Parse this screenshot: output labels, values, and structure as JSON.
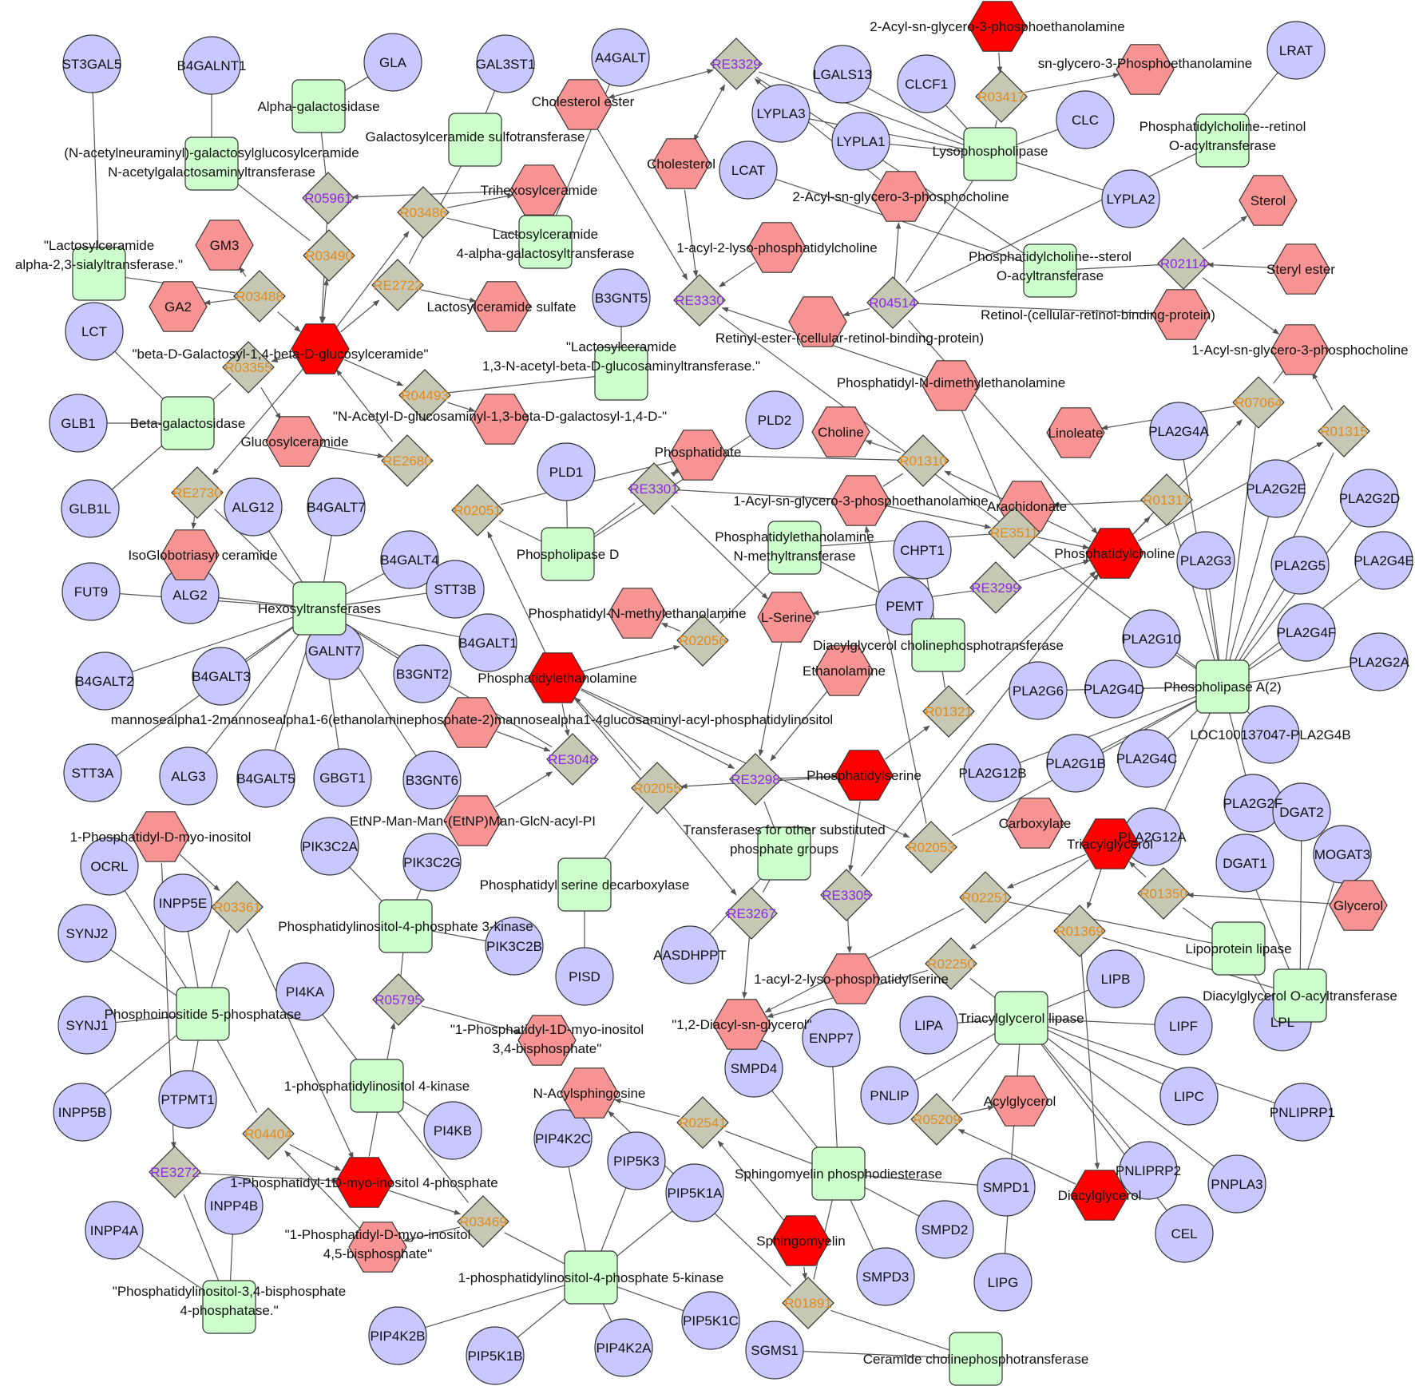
{
  "colors": {
    "gene_fill": "#c8c8ff",
    "enzyme_fill": "#ccffcc",
    "metabolite_fill": "#f79393",
    "key_metabolite_fill": "#ff0000",
    "reaction_fill": "#c7c8b4",
    "reaction_label_orange": "#e08a1e",
    "reaction_label_purple": "#8a2be2",
    "edge": "#555555"
  },
  "legend_shapes": {
    "gene": "circle",
    "enzyme": "rounded-square",
    "metabolite": "hexagon",
    "reaction": "diamond"
  },
  "genes": [
    "ST3GAL5",
    "B4GALNT1",
    "GLA",
    "GAL3ST1",
    "A4GALT",
    "LGALS13",
    "CLCF1",
    "LRAT",
    "CLC",
    "LYPLA3",
    "LYPLA1",
    "LCAT",
    "LYPLA2",
    "B3GNT5",
    "LCT",
    "GLB1",
    "GLB1L",
    "PLD2",
    "PLD1",
    "ALG12",
    "B4GALT7",
    "B4GALT4",
    "STT3B",
    "FUT9",
    "ALG2",
    "B4GALT1",
    "B4GALT2",
    "B4GALT3",
    "GALNT7",
    "B3GNT2",
    "STT3A",
    "ALG3",
    "B4GALT5",
    "GBGT1",
    "B3GNT6",
    "CHPT1",
    "PEMT",
    "PLA2G4A",
    "PLA2G2E",
    "PLA2G2D",
    "PLA2G3",
    "PLA2G5",
    "PLA2G4E",
    "PLA2G10",
    "PLA2G4F",
    "PLA2G2A",
    "PLA2G6",
    "PLA2G4D",
    "PLA2G12B",
    "PLA2G1B",
    "PLA2G4C",
    "LOC100137047-PLA2G4B",
    "PLA2G2F",
    "PLA2G12A",
    "DGAT2",
    "DGAT1",
    "MOGAT3",
    "PIK3C2A",
    "PIK3C2G",
    "OCRL",
    "INPP5E",
    "SYNJ2",
    "SYNJ1",
    "PI4KA",
    "PIK3C2B",
    "PISD",
    "AASDHPPT",
    "LIPB",
    "LIPA",
    "LIPF",
    "LPL",
    "ENPP7",
    "SMPD4",
    "PNLIP",
    "LIPC",
    "PNLIPRP1",
    "PTPMT1",
    "INPP5B",
    "PI4KB",
    "PIP4K2C",
    "PIP5K3",
    "PIP5K1A",
    "PNLIPRP2",
    "PNPLA3",
    "SMPD1",
    "SMPD2",
    "SMPD3",
    "CEL",
    "LIPG",
    "INPP4A",
    "INPP4B",
    "PIP4K2B",
    "PIP5K1B",
    "PIP4K2A",
    "PIP5K1C",
    "SGMS1"
  ],
  "enzymes": [
    "Alpha-galactosidase",
    "(N-acetylneuraminyl)-galactosylglucosylceramide N-acetylgalactosaminyltransferase",
    "Galactosylceramide sulfotransferase",
    "Lysophospholipase",
    "Phosphatidylcholine--retinol O-acyltransferase",
    "\"Lactosylceramide alpha-2,3-sialyltransferase.\"",
    "Lactosylceramide 4-alpha-galactosyltransferase",
    "Phosphatidylcholine--sterol O-acyltransferase",
    "\"Lactosylceramide 1,3-N-acetyl-beta-D-glucosaminyltransferase.\"",
    "Beta-galactosidase",
    "Phospholipase D",
    "Phosphatidylethanolamine N-methyltransferase",
    "Hexosyltransferases",
    "Diacylglycerol cholinephosphotransferase",
    "Phospholipase A(2)",
    "Transferases for other substituted phosphate groups",
    "Phosphatidylserine decarboxylase",
    "Phosphatidylinositol-4-phosphate 3-kinase",
    "Lipoprotein lipase",
    "Diacylglycerol O-acyltransferase",
    "Phosphoinositide 5-phosphatase",
    "Triacylglycerol lipase",
    "1-phosphatidylinositol 4-kinase",
    "Sphingomyelin phosphodiesterase",
    "1-phosphatidylinositol-4-phosphate 5-kinase",
    "\"Phosphatidylinositol-3,4-bisphosphate 4-phosphatase.\"",
    "Ceramide cholinephosphotransferase"
  ],
  "metabolites": [
    "2-Acyl-sn-glycero-3-phosphoethanolamine",
    "sn-glycero-3-Phosphoethanolamine",
    "Cholesterol ester",
    "Cholesterol",
    "Trihexosylceramide",
    "2-Acyl-sn-glycero-3-phosphocholine",
    "Sterol",
    "GM3",
    "1-acyl-2-lyso-phosphatidylcholine",
    "Steryl ester",
    "GA2",
    "Lactosylceramide sulfate",
    "Retinol-(cellular-retinol-binding-protein)",
    "Retinyl-ester-(cellular-retinol-binding-protein)",
    "\"beta-D-Galactosyl-1,4-beta-D-glucosylceramide\"",
    "1-Acyl-sn-glycero-3-phosphocholine",
    "Phosphatidyl-N-dimethylethanolamine",
    "\"N-Acetyl-D-glucosaminyl-1,3-beta-D-galactosyl-1,4-D-\"",
    "Choline",
    "Linoleate",
    "Glucosylceramide",
    "Phosphatidate",
    "1-Acyl-sn-glycero-3-phosphoethanolamine",
    "Arachidonate",
    "IsoGlobotriasyl ceramide",
    "Phosphatidylcholine",
    "Phosphatidyl-N-methylethanolamine",
    "L-Serine",
    "Phosphatidylethanolamine",
    "Ethanolamine",
    "mannosealpha1-2mannosealpha1-6(ethanolaminephosphate-2)mannosealpha1-4glucosaminyl-acyl-phosphatidylinositol",
    "Phosphatidylserine",
    "EtNP-Man-Man-(EtNP)Man-GlcN-acyl-PI",
    "1-Phosphatidyl-D-myo-inositol",
    "Carboxylate",
    "Triacylglycerol",
    "Glycerol",
    "1-acyl-2-lyso-phosphatidylserine",
    "\"1-Phosphatidyl-1D-myo-inositol 3,4-bisphosphate\"",
    "\"1,2-Diacyl-sn-glycerol\"",
    "N-Acylsphingosine",
    "Acylglycerol",
    "1-Phosphatidyl-1D-myo-inositol 4-phosphate",
    "Diacylglycerol",
    "\"1-Phosphatidyl-D-myo-inositol 4,5-bisphosphate\"",
    "Sphingomyelin"
  ],
  "reactions": [
    "R03417",
    "RE3329",
    "R05961",
    "R03486",
    "R03490",
    "RE2722",
    "R03488",
    "RE3330",
    "R04514",
    "R02114",
    "R03355",
    "R04493",
    "RE2680",
    "RE2730",
    "R07064",
    "R01315",
    "R01310",
    "RE3301",
    "R02051",
    "R01317",
    "RE3511",
    "RE3299",
    "R02056",
    "R01321",
    "RE3048",
    "R02055",
    "RE3298",
    "R02053",
    "RE3305",
    "RE3267",
    "R03361",
    "R02251",
    "R01350",
    "R01369",
    "R05795",
    "R02250",
    "R05209",
    "R04404",
    "RE3272",
    "R02541",
    "R03469",
    "R01891"
  ],
  "node_labels": {
    "g_ST3GAL5": "ST3GAL5",
    "g_B4GALNT1": "B4GALNT1",
    "g_GLA": "GLA",
    "g_GAL3ST1": "GAL3ST1",
    "g_A4GALT": "A4GALT",
    "g_LGALS13": "LGALS13",
    "g_CLCF1": "CLCF1",
    "g_LRAT": "LRAT",
    "g_CLC": "CLC",
    "g_LYPLA3": "LYPLA3",
    "g_LYPLA1": "LYPLA1",
    "g_LCAT": "LCAT",
    "g_LYPLA2": "LYPLA2",
    "g_B3GNT5": "B3GNT5",
    "g_LCT": "LCT",
    "g_GLB1": "GLB1",
    "g_GLB1L": "GLB1L",
    "g_PLD2": "PLD2",
    "g_PLD1": "PLD1",
    "g_ALG12": "ALG12",
    "g_B4GALT7": "B4GALT7",
    "g_B4GALT4": "B4GALT4",
    "g_STT3B": "STT3B",
    "g_FUT9": "FUT9",
    "g_ALG2": "ALG2",
    "g_B4GALT1": "B4GALT1",
    "g_B4GALT2": "B4GALT2",
    "g_B4GALT3": "B4GALT3",
    "g_GALNT7": "GALNT7",
    "g_B3GNT2": "B3GNT2",
    "g_STT3A": "STT3A",
    "g_ALG3": "ALG3",
    "g_B4GALT5": "B4GALT5",
    "g_GBGT1": "GBGT1",
    "g_B3GNT6": "B3GNT6",
    "g_CHPT1": "CHPT1",
    "g_PEMT": "PEMT",
    "g_PLA2G4A": "PLA2G4A",
    "g_PLA2G2E": "PLA2G2E",
    "g_PLA2G2D": "PLA2G2D",
    "g_PLA2G3": "PLA2G3",
    "g_PLA2G5": "PLA2G5",
    "g_PLA2G4E": "PLA2G4E",
    "g_PLA2G10": "PLA2G10",
    "g_PLA2G4F": "PLA2G4F",
    "g_PLA2G2A": "PLA2G2A",
    "g_PLA2G6": "PLA2G6",
    "g_PLA2G4D": "PLA2G4D",
    "g_PLA2G12B": "PLA2G12B",
    "g_PLA2G1B": "PLA2G1B",
    "g_PLA2G4C": "PLA2G4C",
    "g_PLA2G2F": "PLA2G2F",
    "g_PLA2G12A": "PLA2G12A",
    "g_DGAT2": "DGAT2",
    "g_DGAT1": "DGAT1",
    "g_MOGAT3": "MOGAT3",
    "g_PIK3C2A": "PIK3C2A",
    "g_PIK3C2G": "PIK3C2G",
    "g_OCRL": "OCRL",
    "g_INPP5E": "INPP5E",
    "g_SYNJ2": "SYNJ2",
    "g_SYNJ1": "SYNJ1",
    "g_PI4KA": "PI4KA",
    "g_PIK3C2B": "PIK3C2B",
    "g_PISD": "PISD",
    "g_LIPB": "LIPB",
    "g_LIPA": "LIPA",
    "g_LIPF": "LIPF",
    "g_LPL": "LPL",
    "g_ENPP7": "ENPP7",
    "g_SMPD4": "SMPD4",
    "g_PNLIP": "PNLIP",
    "g_LIPC": "LIPC",
    "g_PNLIPRP1": "PNLIPRP1",
    "g_PTPMT1": "PTPMT1",
    "g_INPP5B": "INPP5B",
    "g_PI4KB": "PI4KB",
    "g_PIP4K2C": "PIP4K2C",
    "g_PIP5K3": "PIP5K3",
    "g_PIP5K1A": "PIP5K1A",
    "g_PNLIPRP2": "PNLIPRP2",
    "g_PNPLA3": "PNPLA3",
    "g_SMPD1": "SMPD1",
    "g_SMPD2": "SMPD2",
    "g_SMPD3": "SMPD3",
    "g_CEL": "CEL",
    "g_LIPG": "LIPG",
    "g_INPP4A": "INPP4A",
    "g_INPP4B": "INPP4B",
    "g_PIP4K2B": "PIP4K2B",
    "g_PIP5K1B": "PIP5K1B",
    "g_PIP4K2A": "PIP4K2A",
    "g_PIP5K1C": "PIP5K1C",
    "g_SGMS1": "SGMS1",
    "g_LOC": "LOC100137047-PLA2G4B",
    "g_AASDHPPT": "AASDHPPT",
    "e_alphagal": "Alpha-galactosidase",
    "e_nacetyl_1": "(N-acetylneuraminyl)-galactosylglucosylceramide",
    "e_nacetyl_2": "N-acetylgalactosaminyltransferase",
    "e_galsulfo": "Galactosylceramide sulfotransferase",
    "e_lyso": "Lysophospholipase",
    "e_pcretinol_1": "Phosphatidylcholine--retinol",
    "e_pcretinol_2": "O-acyltransferase",
    "e_lacsial_1": "\"Lactosylceramide",
    "e_lacsial_2": "alpha-2,3-sialyltransferase.\"",
    "e_lac4alpha_1": "Lactosylceramide",
    "e_lac4alpha_2": "4-alpha-galactosyltransferase",
    "e_pcsterol_1": "Phosphatidylcholine--sterol",
    "e_pcsterol_2": "O-acyltransferase",
    "e_lac13_1": "\"Lactosylceramide",
    "e_lac13_2": "1,3-N-acetyl-beta-D-glucosaminyltransferase.\"",
    "e_betagal": "Beta-galactosidase",
    "e_pld": "Phospholipase D",
    "e_pemt_1": "Phosphatidylethanolamine",
    "e_pemt_2": "N-methyltransferase",
    "e_hexosyl": "Hexosyltransferases",
    "e_dagcpt": "Diacylglycerol cholinephosphotransferase",
    "e_pla2": "Phospholipase A(2)",
    "e_transfer_1": "Transferases for other substituted",
    "e_transfer_2": "phosphate groups",
    "e_psd": "Phosphatidyl serine decarboxylase",
    "e_pi4p3k": "Phosphatidylinositol-4-phosphate 3-kinase",
    "e_lpl": "Lipoprotein lipase",
    "e_dgat": "Diacylglycerol O-acyltransferase",
    "e_pi5p": "Phosphoinositide 5-phosphatase",
    "e_tgl": "Triacylglycerol lipase",
    "e_pi4k": "1-phosphatidylinositol 4-kinase",
    "e_smase": "Sphingomyelin phosphodiesterase",
    "e_pip5k": "1-phosphatidylinositol-4-phosphate 5-kinase",
    "e_pi34p_1": "\"Phosphatidylinositol-3,4-bisphosphate",
    "e_pi34p_2": "4-phosphatase.\"",
    "e_ccpt": "Ceramide cholinephosphotransferase",
    "m_2acylpe": "2-Acyl-sn-glycero-3-phosphoethanolamine",
    "m_snpe": "sn-glycero-3-Phosphoethanolamine",
    "m_cholest_ester": "Cholesterol ester",
    "m_cholesterol": "Cholesterol",
    "m_trihex": "Trihexosylceramide",
    "m_2acylpc": "2-Acyl-sn-glycero-3-phosphocholine",
    "m_sterol": "Sterol",
    "m_gm3": "GM3",
    "m_1acyl2lysopc": "1-acyl-2-lyso-phosphatidylcholine",
    "m_steryl": "Steryl ester",
    "m_ga2": "GA2",
    "m_lacsulf": "Lactosylceramide sulfate",
    "m_retinol": "Retinol-(cellular-retinol-binding-protein)",
    "m_retinyl": "Retinyl-ester-(cellular-retinol-binding-protein)",
    "m_lacgc": "\"beta-D-Galactosyl-1,4-beta-D-glucosylceramide\"",
    "m_1acylpc": "1-Acyl-sn-glycero-3-phosphocholine",
    "m_pdme": "Phosphatidyl-N-dimethylethanolamine",
    "m_nacglc": "\"N-Acetyl-D-glucosaminyl-1,3-beta-D-galactosyl-1,4-D-\"",
    "m_choline": "Choline",
    "m_linoleate": "Linoleate",
    "m_glucosyl": "Glucosylceramide",
    "m_phosphatidate": "Phosphatidate",
    "m_1acylpe": "1-Acyl-sn-glycero-3-phosphoethanolamine",
    "m_arachidonate": "Arachidonate",
    "m_isoglobo": "IsoGlobotriasyl ceramide",
    "m_pc": "Phosphatidylcholine",
    "m_pme": "Phosphatidyl-N-methylethanolamine",
    "m_lserine": "L-Serine",
    "m_pe": "Phosphatidylethanolamine",
    "m_ethanolamine": "Ethanolamine",
    "m_manno": "mannosealpha1-2mannosealpha1-6(ethanolaminephosphate-2)mannosealpha1-4glucosaminyl-acyl-phosphatidylinositol",
    "m_ps": "Phosphatidylserine",
    "m_etnp": "EtNP-Man-Man-(EtNP)Man-GlcN-acyl-PI",
    "m_pi": "1-Phosphatidyl-D-myo-inositol",
    "m_carboxylate": "Carboxylate",
    "m_tag": "Triacylglycerol",
    "m_glycerol": "Glycerol",
    "m_1acyl2lysops": "1-acyl-2-lyso-phosphatidylserine",
    "m_pi34_1": "\"1-Phosphatidyl-1D-myo-inositol",
    "m_pi34_2": "3,4-bisphosphate\"",
    "m_12dag": "\"1,2-Diacyl-sn-glycerol\"",
    "m_nacylsph": "N-Acylsphingosine",
    "m_acylglycerol": "Acylglycerol",
    "m_pi4p": "1-Phosphatidyl-1D-myo-inositol 4-phosphate",
    "m_dag": "Diacylglycerol",
    "m_pip2_1": "\"1-Phosphatidyl-D-myo-inositol",
    "m_pip2_2": "4,5-bisphosphate\"",
    "m_sphingomyelin": "Sphingomyelin",
    "r_R03417": "R03417",
    "r_RE3329": "RE3329",
    "r_R05961": "R05961",
    "r_R03486": "R03486",
    "r_R03490": "R03490",
    "r_RE2722": "RE2722",
    "r_R03488": "R03488",
    "r_RE3330": "RE3330",
    "r_R04514": "R04514",
    "r_R02114": "R02114",
    "r_R03355": "R03355",
    "r_R04493": "R04493",
    "r_RE2680": "RE2680",
    "r_RE2730": "RE2730",
    "r_R07064": "R07064",
    "r_R01315": "R01315",
    "r_R01310": "R01310",
    "r_RE3301": "RE3301",
    "r_R02051": "R02051",
    "r_R01317": "R01317",
    "r_RE3511": "RE3511",
    "r_RE3299": "RE3299",
    "r_R02056": "R02056",
    "r_R01321": "R01321",
    "r_RE3048": "RE3048",
    "r_R02055": "R02055",
    "r_RE3298": "RE3298",
    "r_R02053": "R02053",
    "r_RE3305": "RE3305",
    "r_RE3267": "RE3267",
    "r_R03361": "R03361",
    "r_R02251": "R02251",
    "r_R01350": "R01350",
    "r_R01369": "R01369",
    "r_R05795": "R05795",
    "r_R02250": "R02250",
    "r_R05209": "R05209",
    "r_R04404": "R04404",
    "r_RE3272": "RE3272",
    "r_R02541": "R02541",
    "r_R03469": "R03469",
    "r_R01891": "R01891"
  }
}
